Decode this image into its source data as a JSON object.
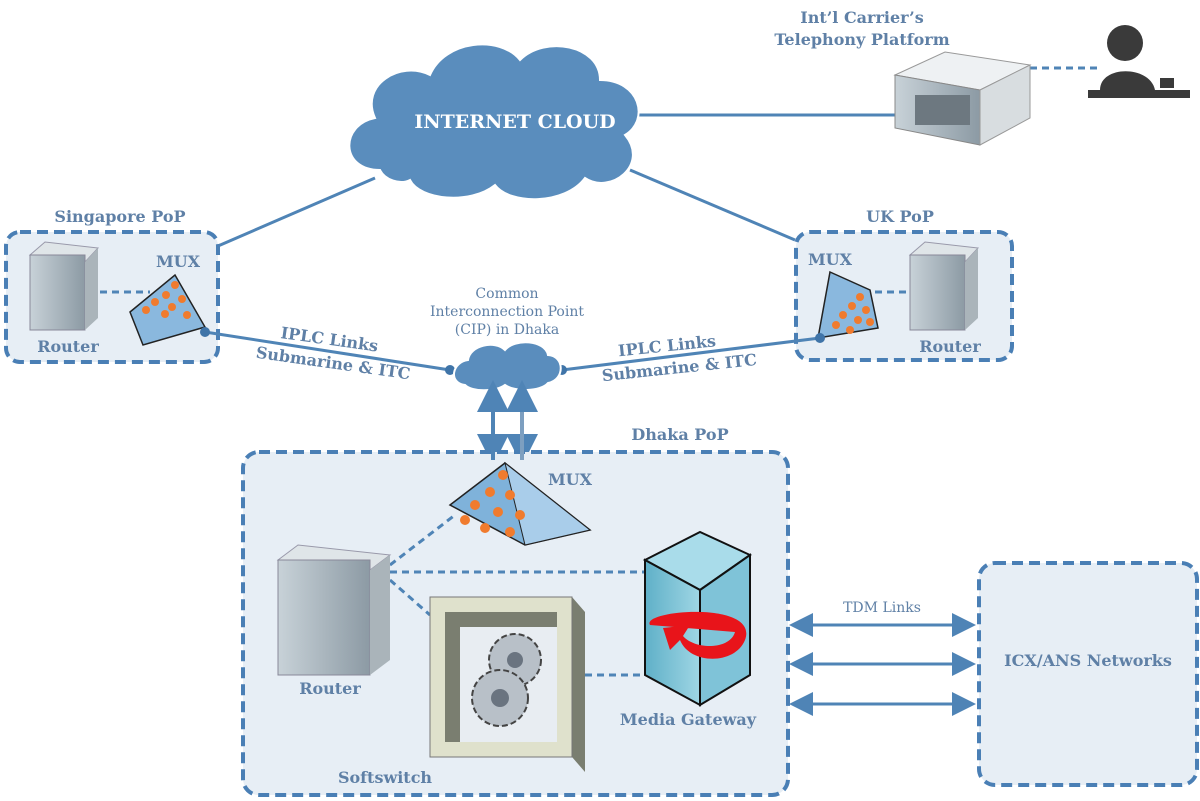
{
  "title": "",
  "internet_cloud": {
    "label": "INTERNET CLOUD"
  },
  "carrier": {
    "line1": "Int’l Carrier’s",
    "line2": "Telephony Platform"
  },
  "singapore_pop": {
    "label": "Singapore PoP",
    "router": "Router",
    "mux": "MUX"
  },
  "uk_pop": {
    "label": "UK PoP",
    "router": "Router",
    "mux": "MUX"
  },
  "cip": {
    "line1": "Common",
    "line2": "Interconnection Point",
    "line3": "(CIP) in Dhaka"
  },
  "links_left": {
    "line1": "IPLC Links",
    "line2": "Submarine & ITC"
  },
  "links_right": {
    "line1": "IPLC Links",
    "line2": "Submarine & ITC"
  },
  "dhaka_pop": {
    "label": "Dhaka PoP",
    "mux": "MUX",
    "router": "Router",
    "softswitch": "Softswitch",
    "media_gateway": "Media Gateway"
  },
  "tdm": {
    "label": "TDM Links"
  },
  "icx": {
    "label": "ICX/ANS Networks"
  },
  "colors": {
    "accent": "#4f84b6",
    "box_fill": "#e7eef5",
    "label": "#5f80a6",
    "mux_node": "#f07b2e",
    "gateway": "#6bb8d0",
    "rotate_arrow": "#e8141a"
  }
}
